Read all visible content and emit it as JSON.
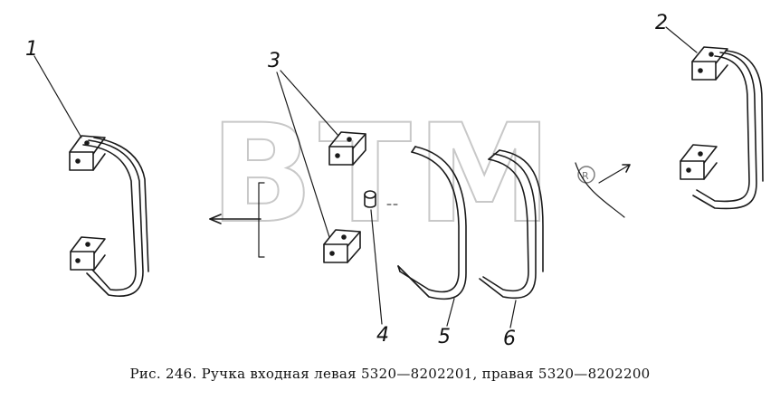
{
  "callouts": [
    "1",
    "2",
    "3",
    "4",
    "5",
    "6"
  ],
  "caption": "Рис. 246. Ручка входная левая 5320—8202201, правая 5320—8202200",
  "watermark": "BTM"
}
